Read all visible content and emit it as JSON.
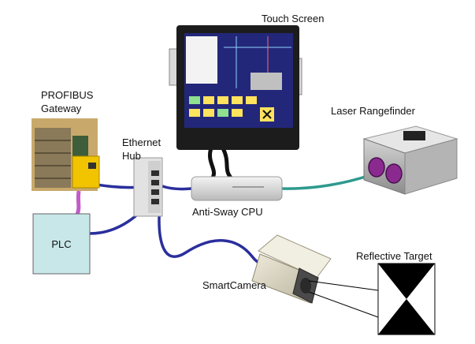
{
  "labels": {
    "touch_screen": "Touch Screen",
    "profibus_gateway_line1": "PROFIBUS",
    "profibus_gateway_line2": "Gateway",
    "ethernet_hub_line1": "Ethernet",
    "ethernet_hub_line2": "Hub",
    "laser_rangefinder": "Laser Rangefinder",
    "anti_sway_cpu": "Anti-Sway CPU",
    "plc": "PLC",
    "smart_camera": "SmartCamera",
    "reflective_target": "Reflective Target"
  },
  "colors": {
    "ethernet_cable": "#2a2f9c",
    "profibus_cable": "#c25bc9",
    "laser_cable": "#2e9a8e",
    "plc_fill": "#c8e7e9",
    "touch_cable": "#111111",
    "gateway_yellow": "#f2c400",
    "screen_blue": "#23277a",
    "laser_lens": "#8a2a8f"
  }
}
